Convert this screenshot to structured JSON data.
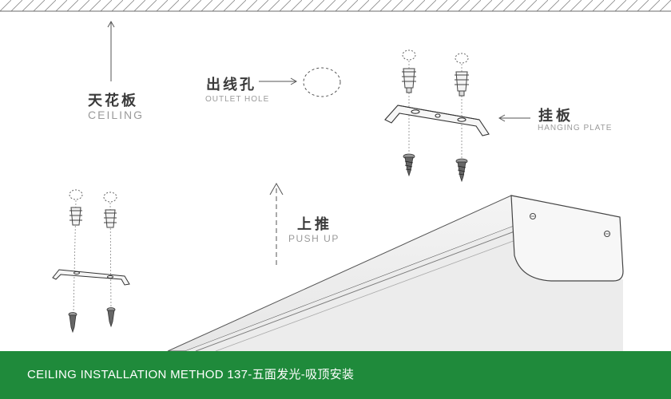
{
  "labels": {
    "ceiling": {
      "cn": "天花板",
      "en": "CEILING"
    },
    "outlet_hole": {
      "cn": "出线孔",
      "en": "OUTLET HOLE"
    },
    "hanging_plate": {
      "cn": "挂板",
      "en": "HANGING PLATE"
    },
    "push_up": {
      "cn": "上推",
      "en": "PUSH UP"
    }
  },
  "footer": {
    "text": "CEILING INSTALLATION METHOD  137-五面发光-吸顶安装",
    "background": "#1f8a3b"
  },
  "colors": {
    "line": "#555555",
    "faint": "#9a9a9a",
    "accent": "#1f8a3b"
  }
}
